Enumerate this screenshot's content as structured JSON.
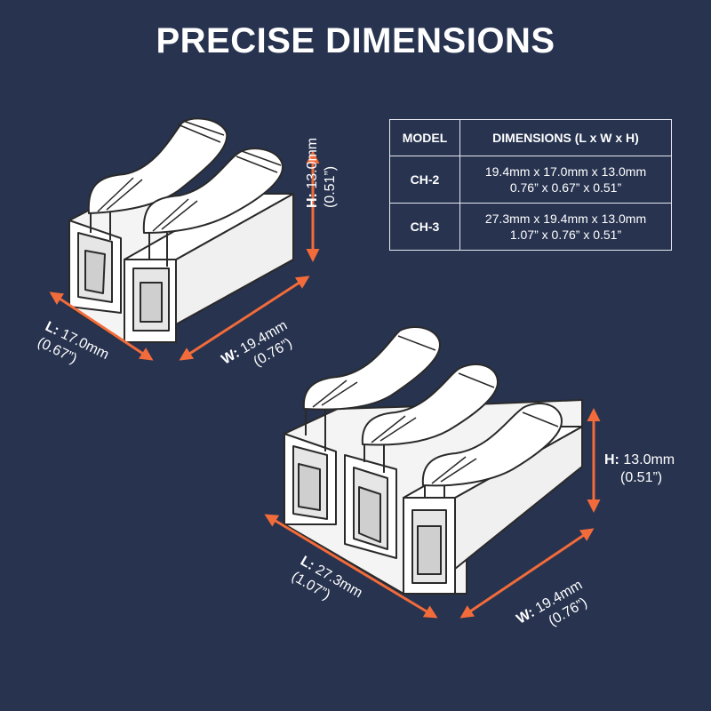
{
  "title": "PRECISE DIMENSIONS",
  "colors": {
    "background": "#27334f",
    "arrow": "#f26b3a",
    "connector_fill": "#ffffff",
    "connector_stroke": "#2a2a2a"
  },
  "table": {
    "headers": [
      "MODEL",
      "DIMENSIONS (L x W x H)"
    ],
    "rows": [
      {
        "model": "CH-2",
        "line1": "19.4mm x 17.0mm x 13.0mm",
        "line2": "0.76” x 0.67” x 0.51”"
      },
      {
        "model": "CH-3",
        "line1": "27.3mm x 19.4mm x 13.0mm",
        "line2": "1.07” x 0.76” x 0.51”"
      }
    ]
  },
  "ch2": {
    "height": {
      "prefix": "H:",
      "value": " 13.0mm",
      "inch": "(0.51”)"
    },
    "length": {
      "prefix": "L:",
      "value": " 17.0mm",
      "inch": "(0.67”)"
    },
    "width": {
      "prefix": "W:",
      "value": " 19.4mm",
      "inch": "(0.76”)"
    }
  },
  "ch3": {
    "height": {
      "prefix": "H:",
      "value": " 13.0mm",
      "inch": "(0.51”)"
    },
    "length": {
      "prefix": "L:",
      "value": " 27.3mm",
      "inch": "(1.07”)"
    },
    "width": {
      "prefix": "W:",
      "value": " 19.4mm",
      "inch": "(0.76”)"
    }
  }
}
